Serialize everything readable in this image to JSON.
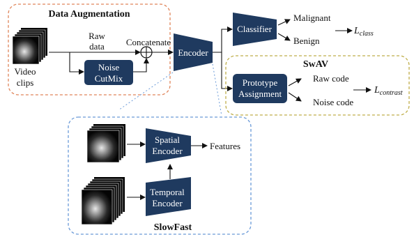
{
  "colors": {
    "block": "#1f3a5f",
    "aug_border": "#e0855a",
    "swav_border": "#bfae4a",
    "slowfast_border": "#6a9ad8"
  },
  "augmentation": {
    "title": "Data Augmentation",
    "video_label_1": "Video",
    "video_label_2": "clips",
    "raw_label_1": "Raw",
    "raw_label_2": "data",
    "concatenate_label": "Concatenate",
    "noise_block_1": "Noise",
    "noise_block_2": "CutMix"
  },
  "encoder": {
    "label": "Encoder"
  },
  "classifier": {
    "label": "Classifier",
    "malignant": "Malignant",
    "benign": "Benign",
    "loss_main": "L",
    "loss_sub": "class"
  },
  "swav": {
    "title": "SwAV",
    "proto_1": "Prototype",
    "proto_2": "Assignment",
    "raw_code": "Raw code",
    "noise_code": "Noise code",
    "loss_main": "L",
    "loss_sub": "contrast"
  },
  "slowfast": {
    "title": "SlowFast",
    "spatial_1": "Spatial",
    "spatial_2": "Encoder",
    "temporal_1": "Temporal",
    "temporal_2": "Encoder",
    "features": "Features"
  }
}
